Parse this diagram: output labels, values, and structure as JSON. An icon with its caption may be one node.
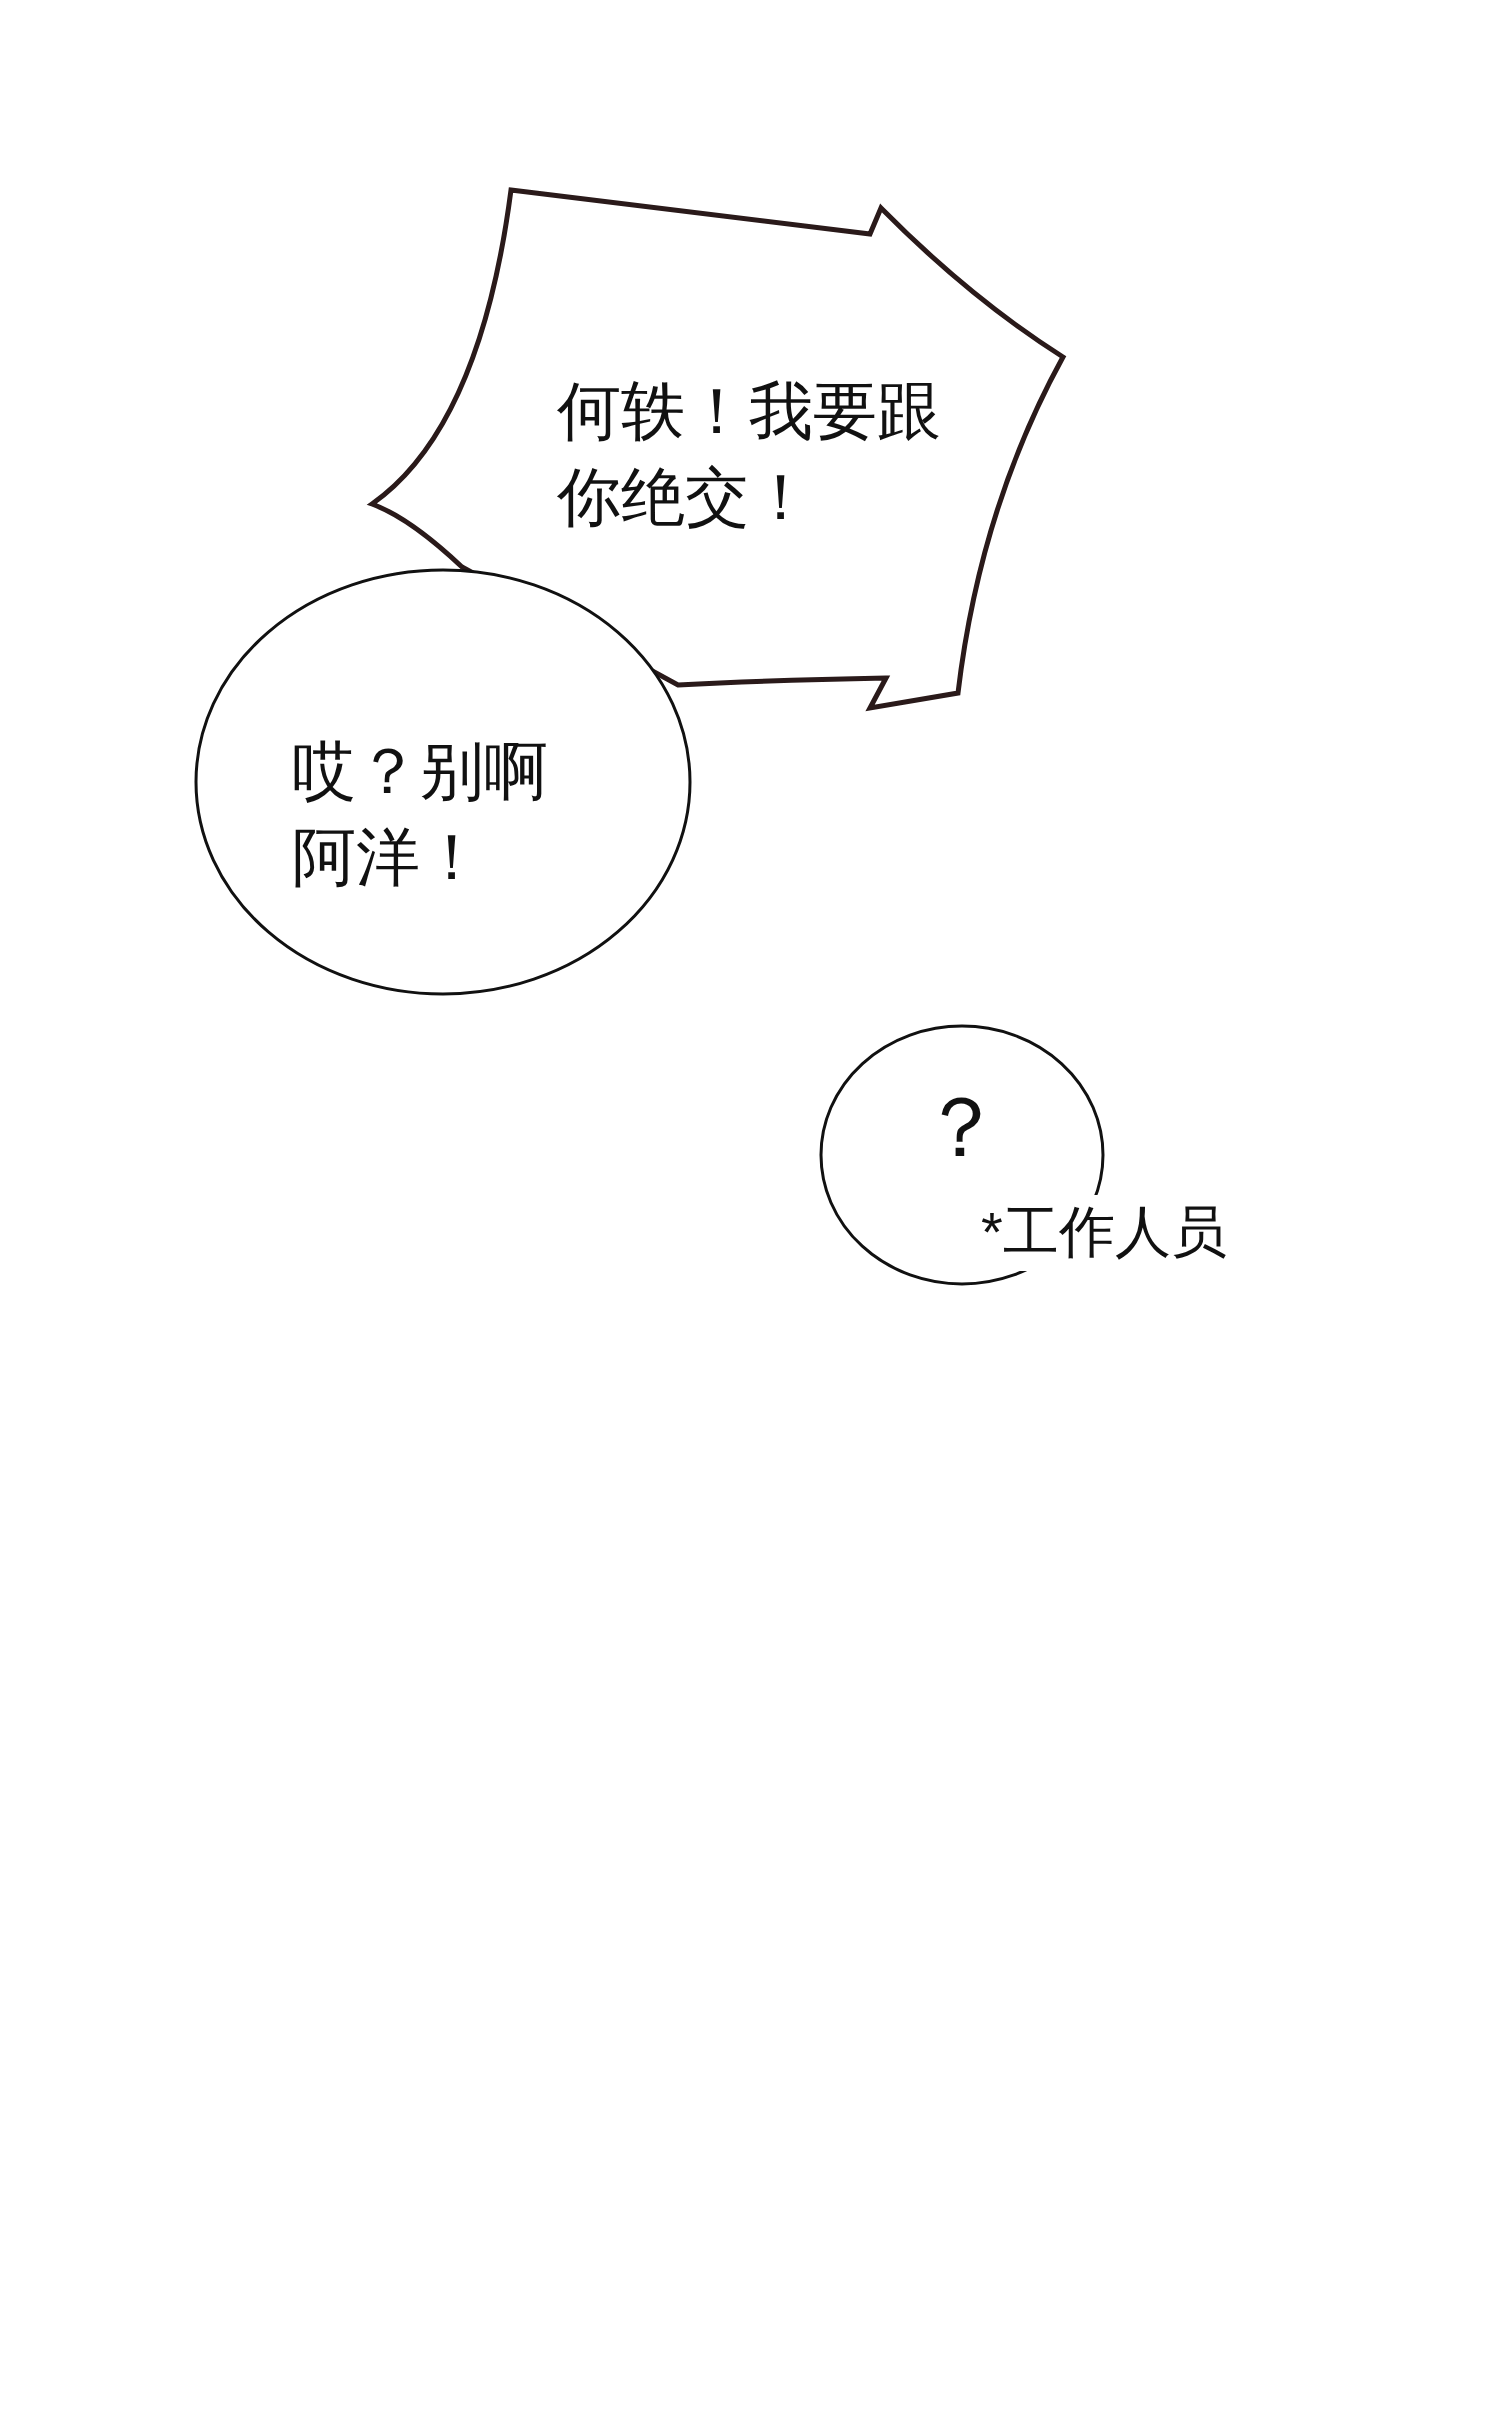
{
  "diagram": {
    "nodes": [
      {
        "text": [
          "何轶！我要跟你绝交！"
        ]
      },
      {
        "text": [
          "哎？别啊阿洋！"
        ]
      },
      {
        "text": [
          "？"
        ],
        "beside": [
          "*工作人员"
        ]
      }
    ]
  }
}
